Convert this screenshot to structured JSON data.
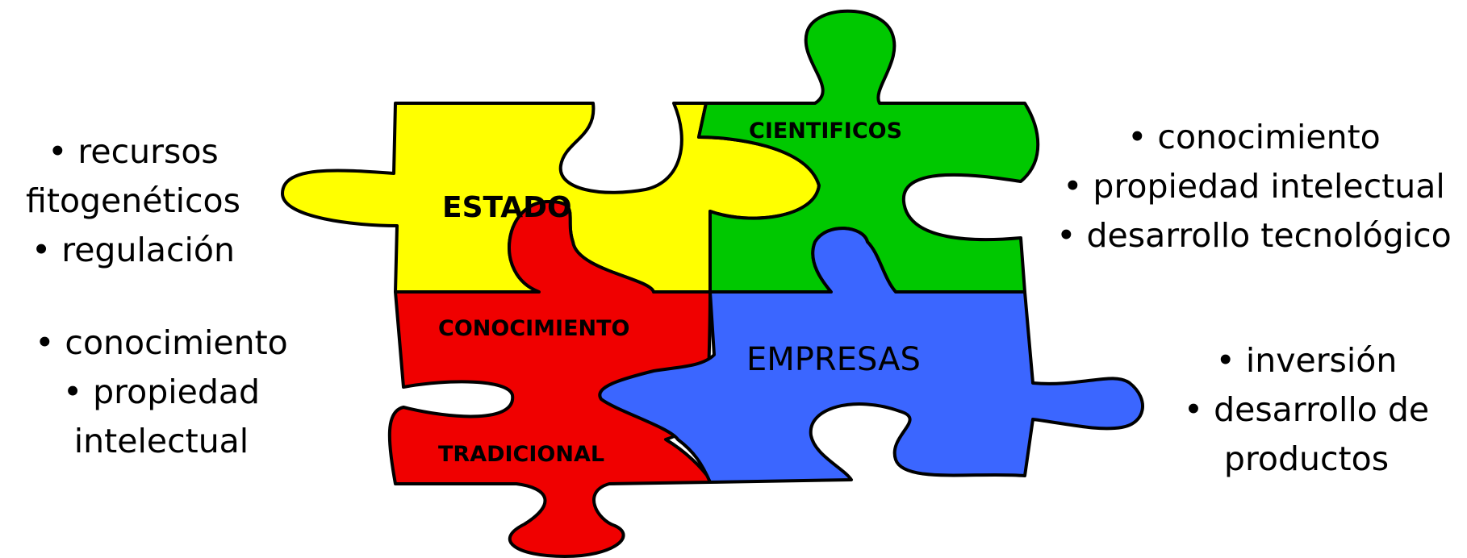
{
  "pieces": {
    "estado": {
      "label": "ESTADO",
      "color": "#FFFF00"
    },
    "cientificos": {
      "label": "CIENTIFICOS",
      "color": "#00C800"
    },
    "conocimiento": {
      "label_top": "CONOCIMIENTO",
      "label_bottom": "TRADICIONAL",
      "color": "#F00000"
    },
    "empresas": {
      "label": "EMPRESAS",
      "color": "#3B66FF"
    }
  },
  "annotations": {
    "left_top": [
      "• recursos",
      "fitogenéticos",
      "• regulación"
    ],
    "left_bottom": [
      "• conocimiento",
      "• propiedad",
      "intelectual"
    ],
    "right_top": [
      "• conocimiento",
      "• propiedad intelectual",
      "• desarrollo tecnológico"
    ],
    "right_bottom": [
      "• inversión",
      "• desarrollo de",
      "productos"
    ]
  }
}
